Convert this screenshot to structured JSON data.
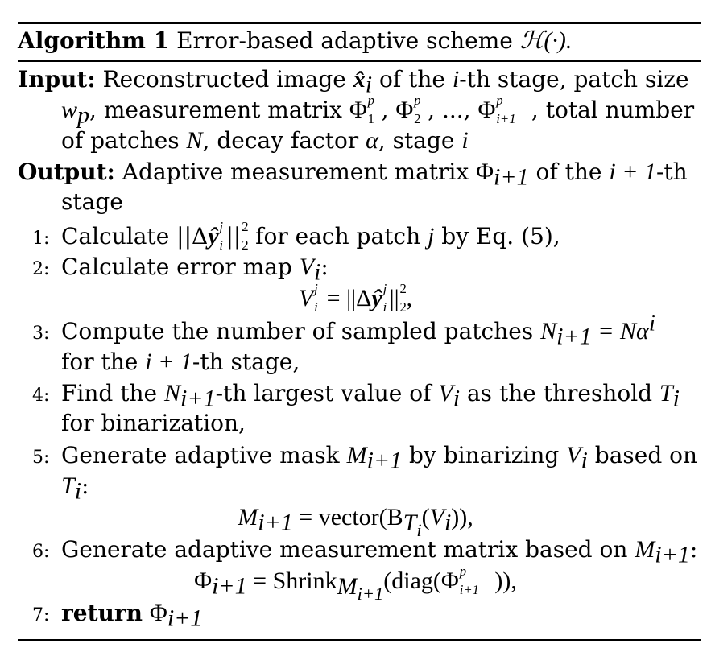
{
  "algorithm": {
    "label": "Algorithm 1",
    "title": "Error-based adaptive scheme",
    "title_math": "ℋ(·)."
  },
  "input": {
    "label": "Input:",
    "lines": [
      [
        "Reconstructed image ",
        "x̂",
        "i",
        " of the ",
        "i",
        "-th stage, patch size"
      ],
      [
        "w",
        "p",
        ", measurement matrix ",
        "Φ",
        "p",
        "1",
        ", ",
        "Φ",
        "p",
        "2",
        ", ..., ",
        "Φ",
        "p",
        "i+1",
        ", total number"
      ],
      [
        "of patches ",
        "N",
        ", decay factor ",
        "α",
        ", stage ",
        "i"
      ]
    ]
  },
  "output": {
    "label": "Output:",
    "lines": [
      [
        "Adaptive measurement matrix ",
        "Φ",
        "i+1",
        " of the ",
        "i + 1",
        "-th"
      ],
      [
        "stage"
      ]
    ]
  },
  "steps": [
    {
      "num": "1:",
      "text_a": "Calculate ||Δ",
      "var": "ŷ",
      "sup": "j",
      "sub": "i",
      "text_b": "||",
      "sup2": "2",
      "sub2": "2",
      "text_c": " for each patch ",
      "j": "j",
      "text_d": " by Eq. (5),"
    },
    {
      "num": "2:",
      "text": "Calculate error map ",
      "var": "V",
      "sub": "i",
      "tail": ":",
      "equation": "V_i^j = ||Δŷ_i^j||_2^2,"
    },
    {
      "num": "3:",
      "text": "Compute the number of sampled patches ",
      "var": "N",
      "sub": "i+1",
      "eq": " = Nα",
      "sup": "i",
      "cont": "for the ",
      "cont_var": "i + 1",
      "cont_tail": "-th stage,"
    },
    {
      "num": "4:",
      "text": "Find the ",
      "var": "N",
      "sub": "i+1",
      "mid": "-th largest value of ",
      "var2": "V",
      "sub2": "i",
      "mid2": " as the threshold ",
      "var3": "T",
      "sub3": "i",
      "cont": "for binarization,"
    },
    {
      "num": "5:",
      "text": "Generate adaptive mask ",
      "var": "M",
      "sub": "i+1",
      "mid": " by binarizing ",
      "var2": "V",
      "sub2": "i",
      "mid2": " based on",
      "cont_var": "T",
      "cont_sub": "i",
      "cont_tail": ":",
      "equation": "M_{i+1} = vector(B_{T_i}(V_i)),"
    },
    {
      "num": "6:",
      "text": "Generate adaptive measurement matrix based on ",
      "var": "M",
      "sub": "i+1",
      "tail": ":",
      "equation": "Φ_{i+1} = Shrink_{M_{i+1}}(diag(Φ^p_{i+1})),"
    },
    {
      "num": "7:",
      "keyword": "return",
      "var": "Φ",
      "sub": "i+1"
    }
  ],
  "eq_parts": {
    "eq2": {
      "lhs": "V",
      "lhs_sup": "j",
      "lhs_sub": "i",
      "rhs_a": " = ||Δ",
      "rhs_var": "ŷ",
      "rhs_sup": "j",
      "rhs_sub": "i",
      "rhs_b": "||",
      "rhs_sup2": "2",
      "rhs_sub2": "2",
      "rhs_c": ","
    },
    "eq5": {
      "lhs": "M",
      "lhs_sub": "i+1",
      "a": " = vector(B",
      "b_sub": "T",
      "b_subsub": "i",
      "c": "(",
      "v": "V",
      "v_sub": "i",
      "d": ")),"
    },
    "eq6": {
      "lhs": "Φ",
      "lhs_sub": "i+1",
      "a": " = Shrink",
      "s_sub": "M",
      "s_subsub": "i+1",
      "b": "(diag(",
      "phi": "Φ",
      "phi_sup": "p",
      "phi_sub": "i+1",
      "c": ")),"
    }
  }
}
